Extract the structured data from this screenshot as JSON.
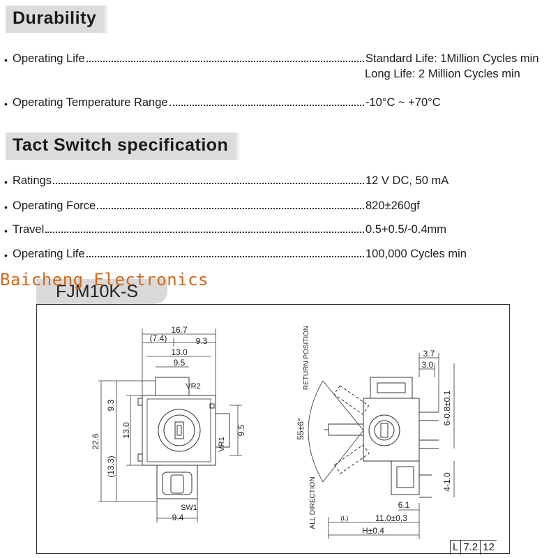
{
  "durability": {
    "title": "Durability",
    "items": [
      {
        "label": "Operating Life",
        "value": "Standard Life: 1Million Cycles min",
        "value2": "Long Life: 2 Million Cycles min"
      },
      {
        "label": "Operating Temperature Range",
        "value": "-10°C ~ +70°C"
      }
    ]
  },
  "tact": {
    "title": "Tact Switch specification",
    "items": [
      {
        "label": "Ratings",
        "value": "12 V DC, 50 mA"
      },
      {
        "label": "Operating Force",
        "value": "820±260gf"
      },
      {
        "label": "Travel",
        "value": " 0.5+0.5/-0.4mm"
      },
      {
        "label": "Operating Life",
        "value": "100,000  Cycles min"
      }
    ]
  },
  "watermark": "Baicheng Electronics",
  "drawing": {
    "model": "FJM10K-S",
    "front_dims": {
      "w_total": "16.7",
      "w_left": "(7.4)",
      "w_right": "9.3",
      "w_body": "13.0",
      "w_inner": "9.5",
      "h_total": "22.6",
      "h_top": "9.3",
      "h_bottom": "(13.3)",
      "h_body": "13.0",
      "h_vr1": "9.5",
      "w_sw": "9.4"
    },
    "front_labels": {
      "vr2": "VR2",
      "vr1": "VR1",
      "sw1": "SW1"
    },
    "side_dims": {
      "d1": "3.7",
      "d2": "3.0",
      "pin_pitch": "6-0.8±0.1",
      "pin_h": "4-1.0",
      "d3": "6.1",
      "d4": "11.0±0.3",
      "l_label": "(L)",
      "h_label": "H±0.4",
      "angle": "55±6°"
    },
    "side_labels": {
      "return": "RETURN  POSITION",
      "all": "ALL  DIRECTION"
    },
    "code_box": [
      "L",
      "7.2",
      "12"
    ]
  }
}
